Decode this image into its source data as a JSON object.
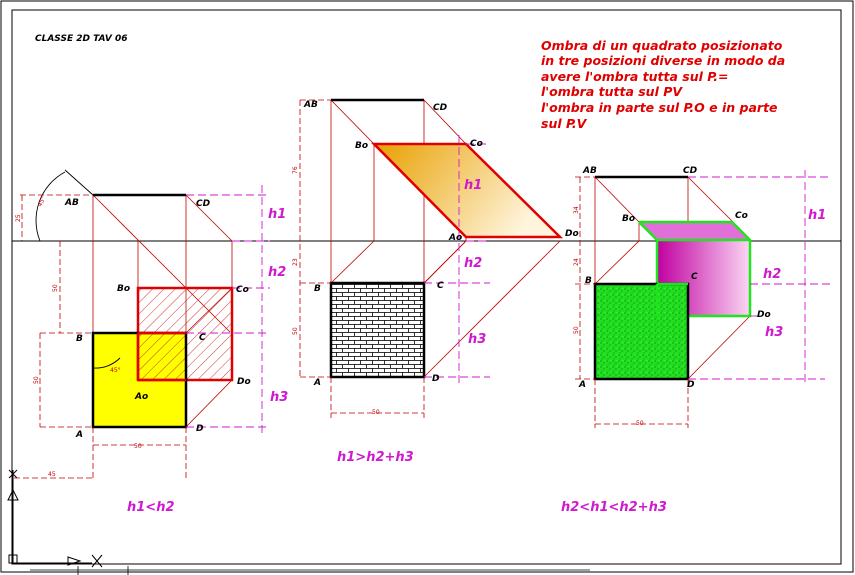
{
  "title": "CLASSE 2D TAV 06",
  "description": [
    "Ombra di un quadrato posizionato",
    "in tre posizioni diverse in modo da",
    "avere l'ombra tutta sul P.=",
    "l'ombra tutta sul PV",
    "l'ombra in parte sul P.O e in parte",
    "sul P.V"
  ],
  "colors": {
    "magenta": "#d01ad0",
    "red": "#e00000",
    "green": "#1ee61e",
    "yellow": "#ffff00"
  },
  "fig1": {
    "points": {
      "AB": "AB",
      "CD": "CD",
      "Bo": "Bo",
      "Co": "Co",
      "B": "B",
      "C": "C",
      "Ao": "Ao",
      "Do": "Do",
      "A": "A",
      "D": "D"
    },
    "h": {
      "h1": "h1",
      "h2": "h2",
      "h3": "h3"
    },
    "dims": {
      "d25": "25",
      "a45": "45°",
      "d50v": "50",
      "d50l": "50",
      "a45b": "45°",
      "d50h": "50",
      "d45": "45"
    },
    "condition": "h1<h2"
  },
  "fig2": {
    "points": {
      "AB": "AB",
      "CD": "CD",
      "Bo": "Bo",
      "Co": "Co",
      "Ao": "Ao",
      "Do": "Do",
      "B": "B",
      "C": "C",
      "A": "A",
      "D": "D"
    },
    "h": {
      "h1": "h1",
      "h2": "h2",
      "h3": "h3"
    },
    "dims": {
      "d76": "76",
      "d23": "23",
      "d50v": "50",
      "d50h": "50"
    },
    "condition": "h1>h2+h3"
  },
  "fig3": {
    "points": {
      "AB": "AB",
      "CD": "CD",
      "Bo": "Bo",
      "Co": "Co",
      "B": "B",
      "C": "C",
      "Do": "Do",
      "A": "A",
      "D": "D"
    },
    "h": {
      "h1": "h1",
      "h2": "h2",
      "h3": "h3"
    },
    "dims": {
      "d34": "34",
      "d24": "24",
      "d50v": "50",
      "d50h": "50"
    },
    "condition": "h2<h1<h2+h3"
  }
}
